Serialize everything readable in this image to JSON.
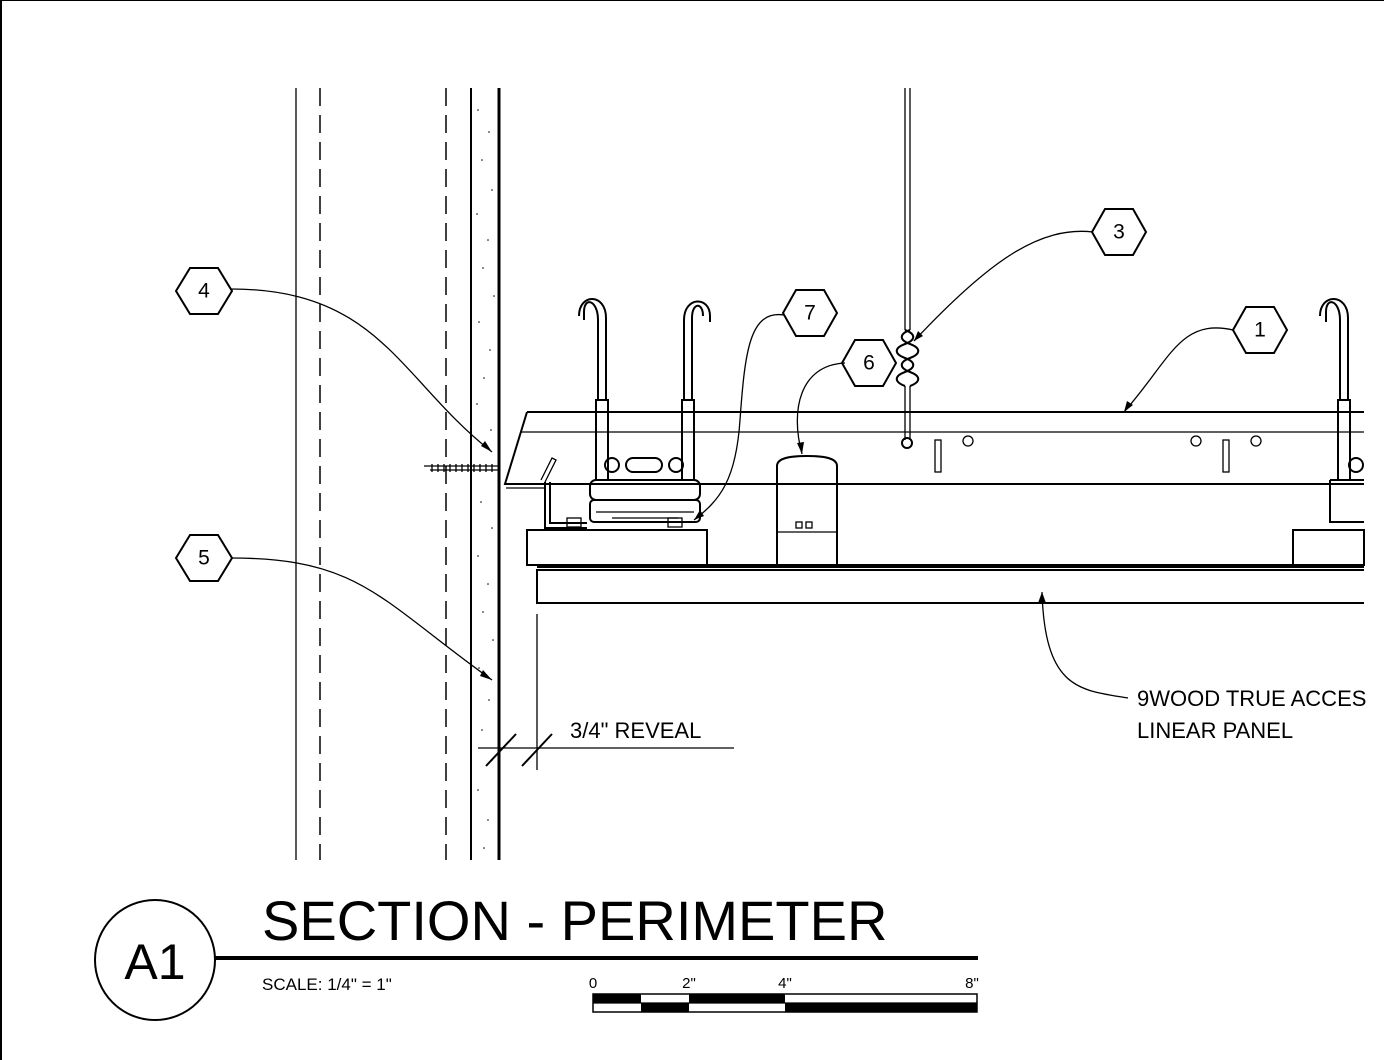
{
  "callouts": [
    {
      "id": "1",
      "label": "1"
    },
    {
      "id": "3",
      "label": "3"
    },
    {
      "id": "4",
      "label": "4"
    },
    {
      "id": "5",
      "label": "5"
    },
    {
      "id": "6",
      "label": "6"
    },
    {
      "id": "7",
      "label": "7"
    }
  ],
  "notes": {
    "panel_line1": "9WOOD TRUE ACCES",
    "panel_line2": "LINEAR PANEL",
    "reveal": "3/4\" REVEAL"
  },
  "title_block": {
    "tag": "A1",
    "title": "SECTION - PERIMETER",
    "scale": "SCALE: 1/4\" = 1\""
  },
  "scale_bar": {
    "ticks": [
      "0",
      "2\"",
      "4\"",
      "8\""
    ]
  }
}
